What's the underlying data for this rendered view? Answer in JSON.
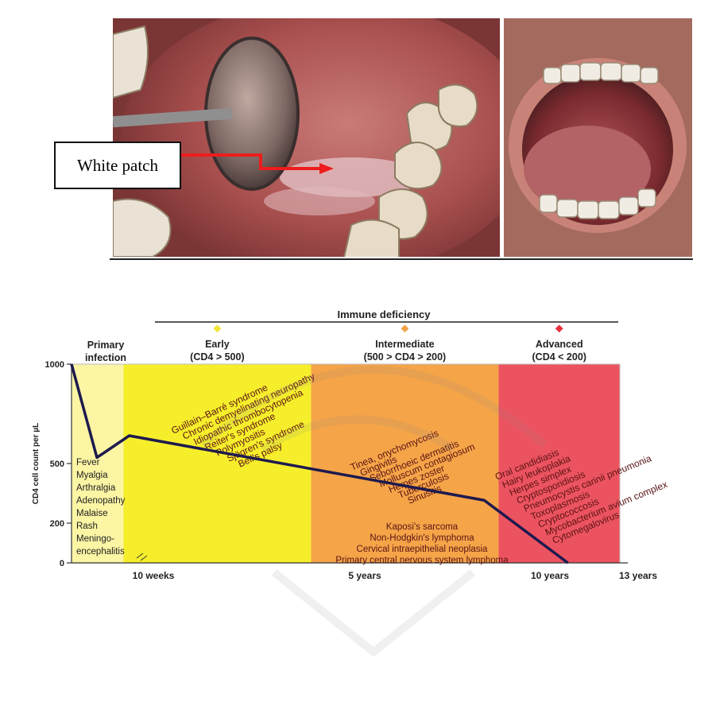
{
  "annotation": {
    "label": "White patch"
  },
  "chart_data": {
    "type": "line",
    "header": "Immune deficiency",
    "ylabel": "CD4 cell count per µL",
    "ylim": [
      0,
      1000
    ],
    "y_ticks": [
      "0",
      "200",
      "500",
      "1000"
    ],
    "x_ticks": [
      "10 weeks",
      "5 years",
      "10 years",
      "13 years"
    ],
    "stages": [
      {
        "name": "Primary infection",
        "range": "",
        "color": "#fbf5a4"
      },
      {
        "name": "Early",
        "range": "(CD4 > 500)",
        "color": "#f6ee2b"
      },
      {
        "name": "Intermediate",
        "range": "(500 > CD4 > 200)",
        "color": "#f5a448"
      },
      {
        "name": "Advanced",
        "range": "(CD4 < 200)",
        "color": "#ec5360"
      }
    ],
    "series": [
      {
        "points": [
          [
            0,
            1000
          ],
          [
            0.44,
            530
          ],
          [
            1.0,
            640
          ],
          [
            7.15,
            315
          ],
          [
            8.6,
            0
          ]
        ]
      }
    ],
    "stage_bounds": [
      0,
      0.9,
      4.15,
      7.4,
      9.5
    ],
    "primary_symptoms": [
      "Fever",
      "Myalgia",
      "Arthralgia",
      "Adenopathy",
      "Malaise",
      "Rash",
      "Meningo-",
      "encephalitis"
    ],
    "early_conditions": [
      "Guillain–Barré syndrome",
      "Chronic demyelinating neuropathy",
      "Idiopathic thrombocytopenia",
      "Reiter's syndrome",
      "Polymyositis",
      "Sjögren's syndrome",
      "Bell's palsy"
    ],
    "intermediate_conditions": [
      "Tinea, onychomycosis",
      "Gingivitis",
      "Seborrhoeic dermatitis",
      "Molluscum contagiosum",
      "Herpes zoster",
      "Tuberculosis",
      "Sinusitis"
    ],
    "malignancies": [
      "Kaposi's sarcoma",
      "Non-Hodgkin's lymphoma",
      "Cervical intraepithelial neoplasia",
      "Primary central nervous system lymphoma"
    ],
    "advanced_conditions": [
      "Oral candidiasis",
      "Hairy leukoplakia",
      "Herpes simplex",
      "Cryptosporidiosis",
      "Pneumocystis carinii pneumonia",
      "Toxoplasmosis",
      "Cryptococcosis",
      "Mycobacterium avium complex",
      "Cytomegalovirus"
    ]
  },
  "colors": {
    "line": "#1d1a4e",
    "label_text": "#5a1414"
  }
}
